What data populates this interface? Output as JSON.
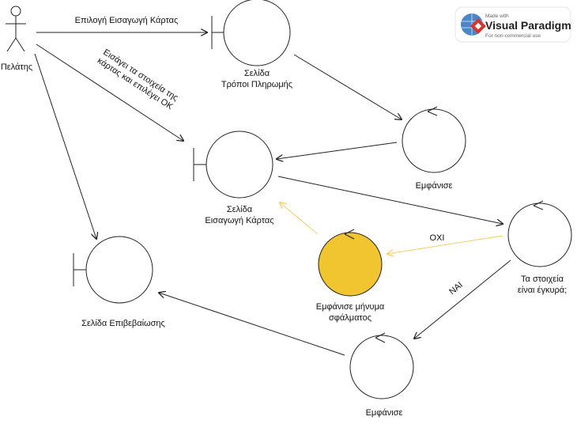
{
  "actor": {
    "name": "Πελάτης"
  },
  "messages": {
    "select_card_entry": "Επιλογή Εισαγωγή Κάρτας",
    "enter_card_data": [
      "Εισάγει τα στοιχεία της",
      "κάρτας και επιλέγει ΟΚ"
    ],
    "no": "ΟΧΙ",
    "yes": "ΝΑΙ"
  },
  "boundaries": {
    "payment_methods": [
      "Σελίδα",
      "Τρόποι Πληρωμής"
    ],
    "card_entry": [
      "Σελίδα",
      "Εισαγωγή Κάρτας"
    ],
    "confirmation": "Σελίδα Επιβεβαίωσης"
  },
  "controls": {
    "show_1": "Εμφάνισε",
    "validate": [
      "Τα στοιχεία",
      "είναι έγκυρά;"
    ],
    "show_error": [
      "Εμφάνισε μήνυμα",
      "σφάλματος"
    ],
    "show_2": "Εμφάνισε"
  },
  "watermark": {
    "made_with": "Made with",
    "brand": "Visual Paradigm",
    "note": "For non-commercial use"
  },
  "colors": {
    "line": "#222222",
    "highlight_fill": "#f0c530",
    "highlight_arrow": "#f0d060"
  }
}
